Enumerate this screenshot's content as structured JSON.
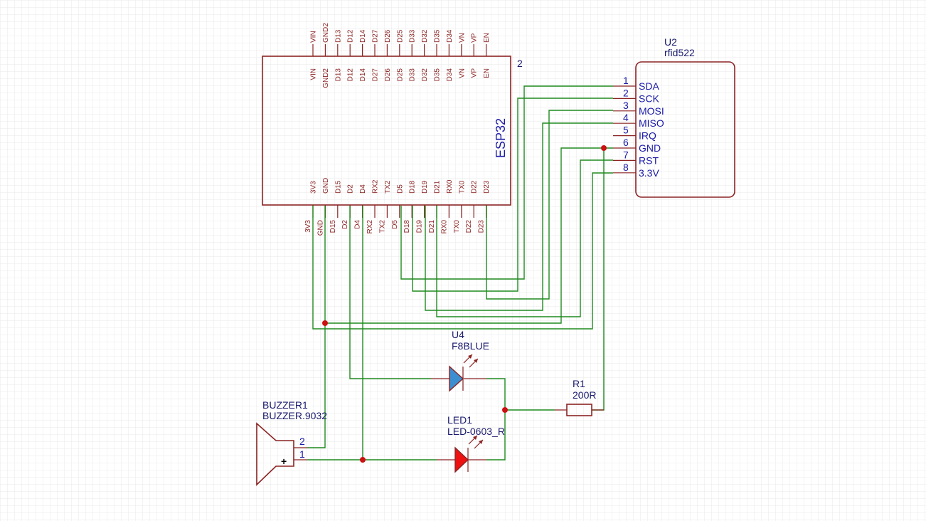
{
  "esp32": {
    "name": "ESP32",
    "unit": "2",
    "top_pins": [
      "VIN",
      "GND2",
      "D13",
      "D12",
      "D14",
      "D27",
      "D26",
      "D25",
      "D33",
      "D32",
      "D35",
      "D34",
      "VN",
      "VP",
      "EN"
    ],
    "bottom_pins": [
      "3V3",
      "GND",
      "D15",
      "D2",
      "D4",
      "RX2",
      "TX2",
      "D5",
      "D18",
      "D19",
      "D21",
      "RX0",
      "TX0",
      "D22",
      "D23"
    ]
  },
  "rfid": {
    "ref": "U2",
    "value": "rfid522",
    "pins": [
      {
        "num": "1",
        "name": "SDA"
      },
      {
        "num": "2",
        "name": "SCK"
      },
      {
        "num": "3",
        "name": "MOSI"
      },
      {
        "num": "4",
        "name": "MISO"
      },
      {
        "num": "5",
        "name": "IRQ"
      },
      {
        "num": "6",
        "name": "GND"
      },
      {
        "num": "7",
        "name": "RST"
      },
      {
        "num": "8",
        "name": "3.3V"
      }
    ]
  },
  "led_blue": {
    "ref": "U4",
    "value": "F8BLUE",
    "color": "#3b8fd0"
  },
  "led_red": {
    "ref": "LED1",
    "value": "LED-0603_R",
    "color": "#ee1111"
  },
  "resistor": {
    "ref": "R1",
    "value": "200R"
  },
  "buzzer": {
    "ref": "BUZZER1",
    "value": "BUZZER.9032",
    "pin1": "1",
    "pin2": "2",
    "plus": "+"
  },
  "colors": {
    "symbol": "#8b2323",
    "wire": "#1f8a1f",
    "junction": "#cc1111",
    "grid": "#e6e6e6"
  }
}
